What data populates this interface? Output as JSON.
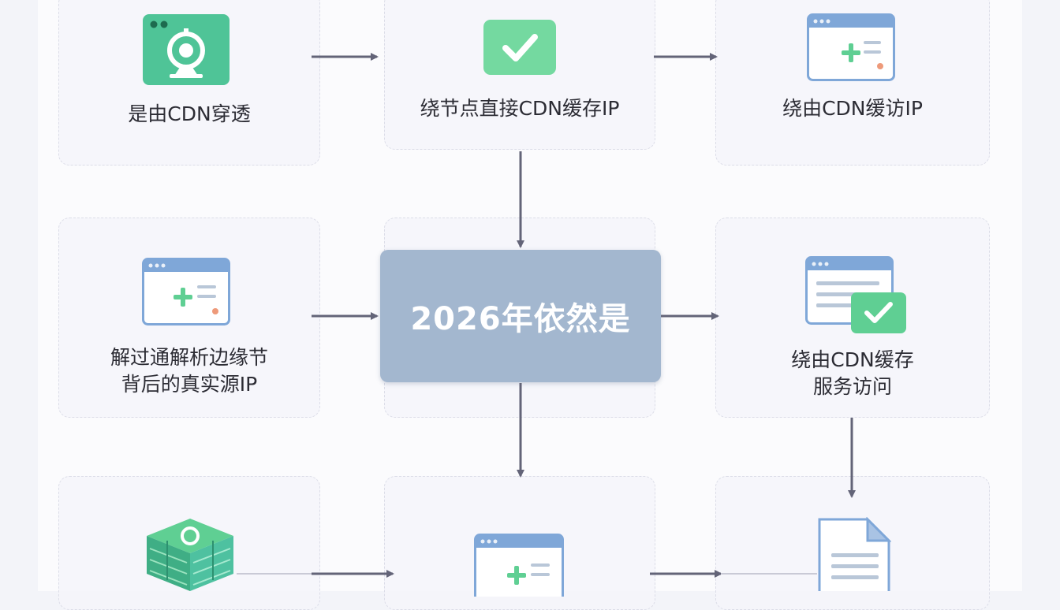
{
  "center": {
    "title": "2026年依然是"
  },
  "nodes": {
    "top_left": {
      "label": "是由CDN穿透",
      "icon": "webcam-icon"
    },
    "top_middle": {
      "label": "绕节点直接CDN缓存IP",
      "icon": "checkmark-icon"
    },
    "top_right": {
      "label": "绕由CDN缓访IP",
      "icon": "browser-window-icon"
    },
    "middle_left": {
      "label": "解过通解析边缘节\n背后的真实源IP",
      "icon": "browser-window-icon"
    },
    "middle_right": {
      "label": "绕由CDN缓存\n服务访问",
      "icon": "browser-check-icon"
    },
    "bottom_left": {
      "label": "",
      "icon": "server-stack-icon"
    },
    "bottom_middle": {
      "label": "",
      "icon": "browser-window-icon"
    },
    "bottom_right": {
      "label": "",
      "icon": "document-icon"
    }
  },
  "colors": {
    "green": "#5fcf93",
    "teal": "#4ec1a0",
    "blue_frame": "#7fa7d8",
    "center_fill": "#a3b7cf",
    "arrow": "#636478"
  }
}
